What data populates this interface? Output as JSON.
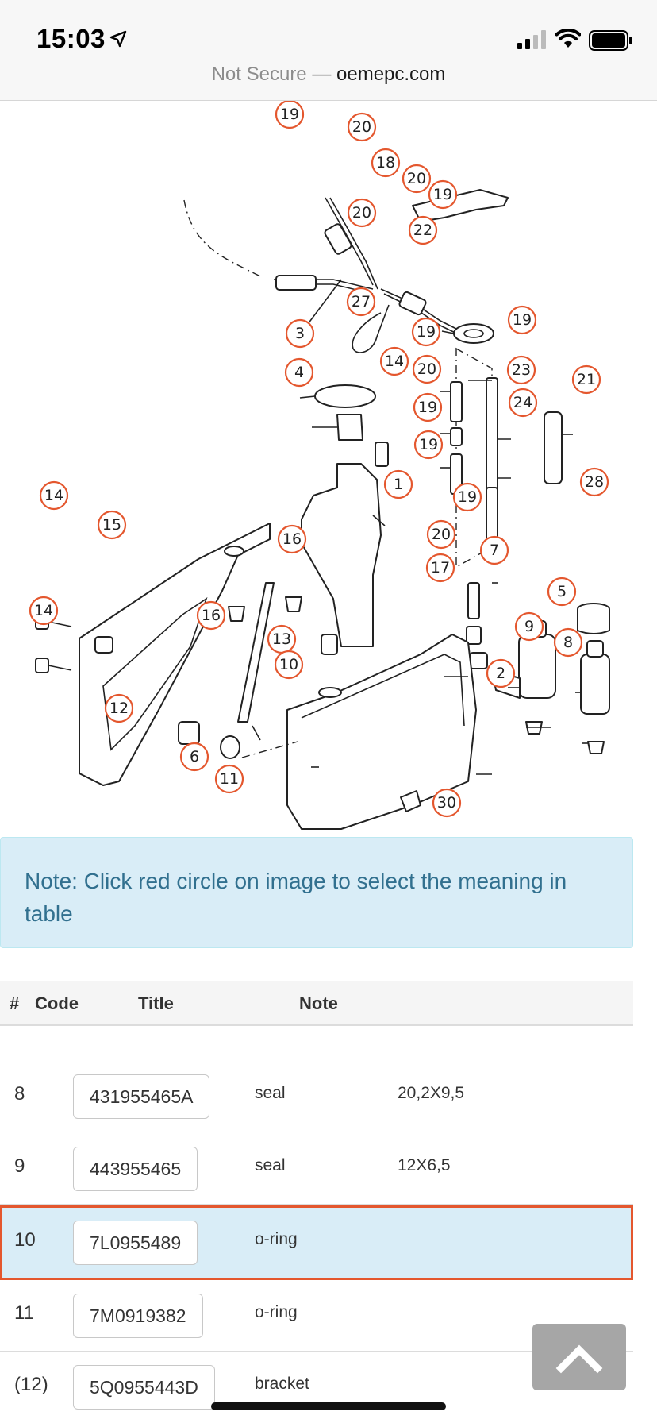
{
  "status_bar": {
    "time": "15:03",
    "url_prefix": "Not Secure —",
    "url_host": "oemepc.com"
  },
  "diagram": {
    "accent_color": "#e4572e",
    "callouts": [
      "19",
      "20",
      "18",
      "20",
      "19",
      "20",
      "22",
      "27",
      "3",
      "4",
      "14",
      "1",
      "19",
      "20",
      "19",
      "19",
      "23",
      "24",
      "21",
      "19",
      "19",
      "28",
      "14",
      "15",
      "16",
      "16",
      "20",
      "7",
      "17",
      "5",
      "14",
      "13",
      "9",
      "8",
      "10",
      "2",
      "12",
      "6",
      "11",
      "30"
    ]
  },
  "note": {
    "text": "Note: Click red circle on image to select the meaning in table",
    "bg_color": "#d9edf7"
  },
  "table": {
    "headers": {
      "num": "#",
      "code": "Code",
      "title": "Title",
      "note": "Note"
    },
    "rows": [
      {
        "num": "8",
        "code": "431955465A",
        "title": "seal",
        "note": "20,2X9,5",
        "selected": false
      },
      {
        "num": "9",
        "code": "443955465",
        "title": "seal",
        "note": "12X6,5",
        "selected": false
      },
      {
        "num": "10",
        "code": "7L0955489",
        "title": "o-ring",
        "note": "",
        "selected": true
      },
      {
        "num": "11",
        "code": "7M0919382",
        "title": "o-ring",
        "note": "",
        "selected": false
      },
      {
        "num": "(12)",
        "code": "5Q0955443D",
        "title": "bracket",
        "note": "",
        "selected": false
      }
    ],
    "selected_border_color": "#e4572e"
  },
  "scroll_top": {
    "icon": "chevron-up-icon"
  }
}
